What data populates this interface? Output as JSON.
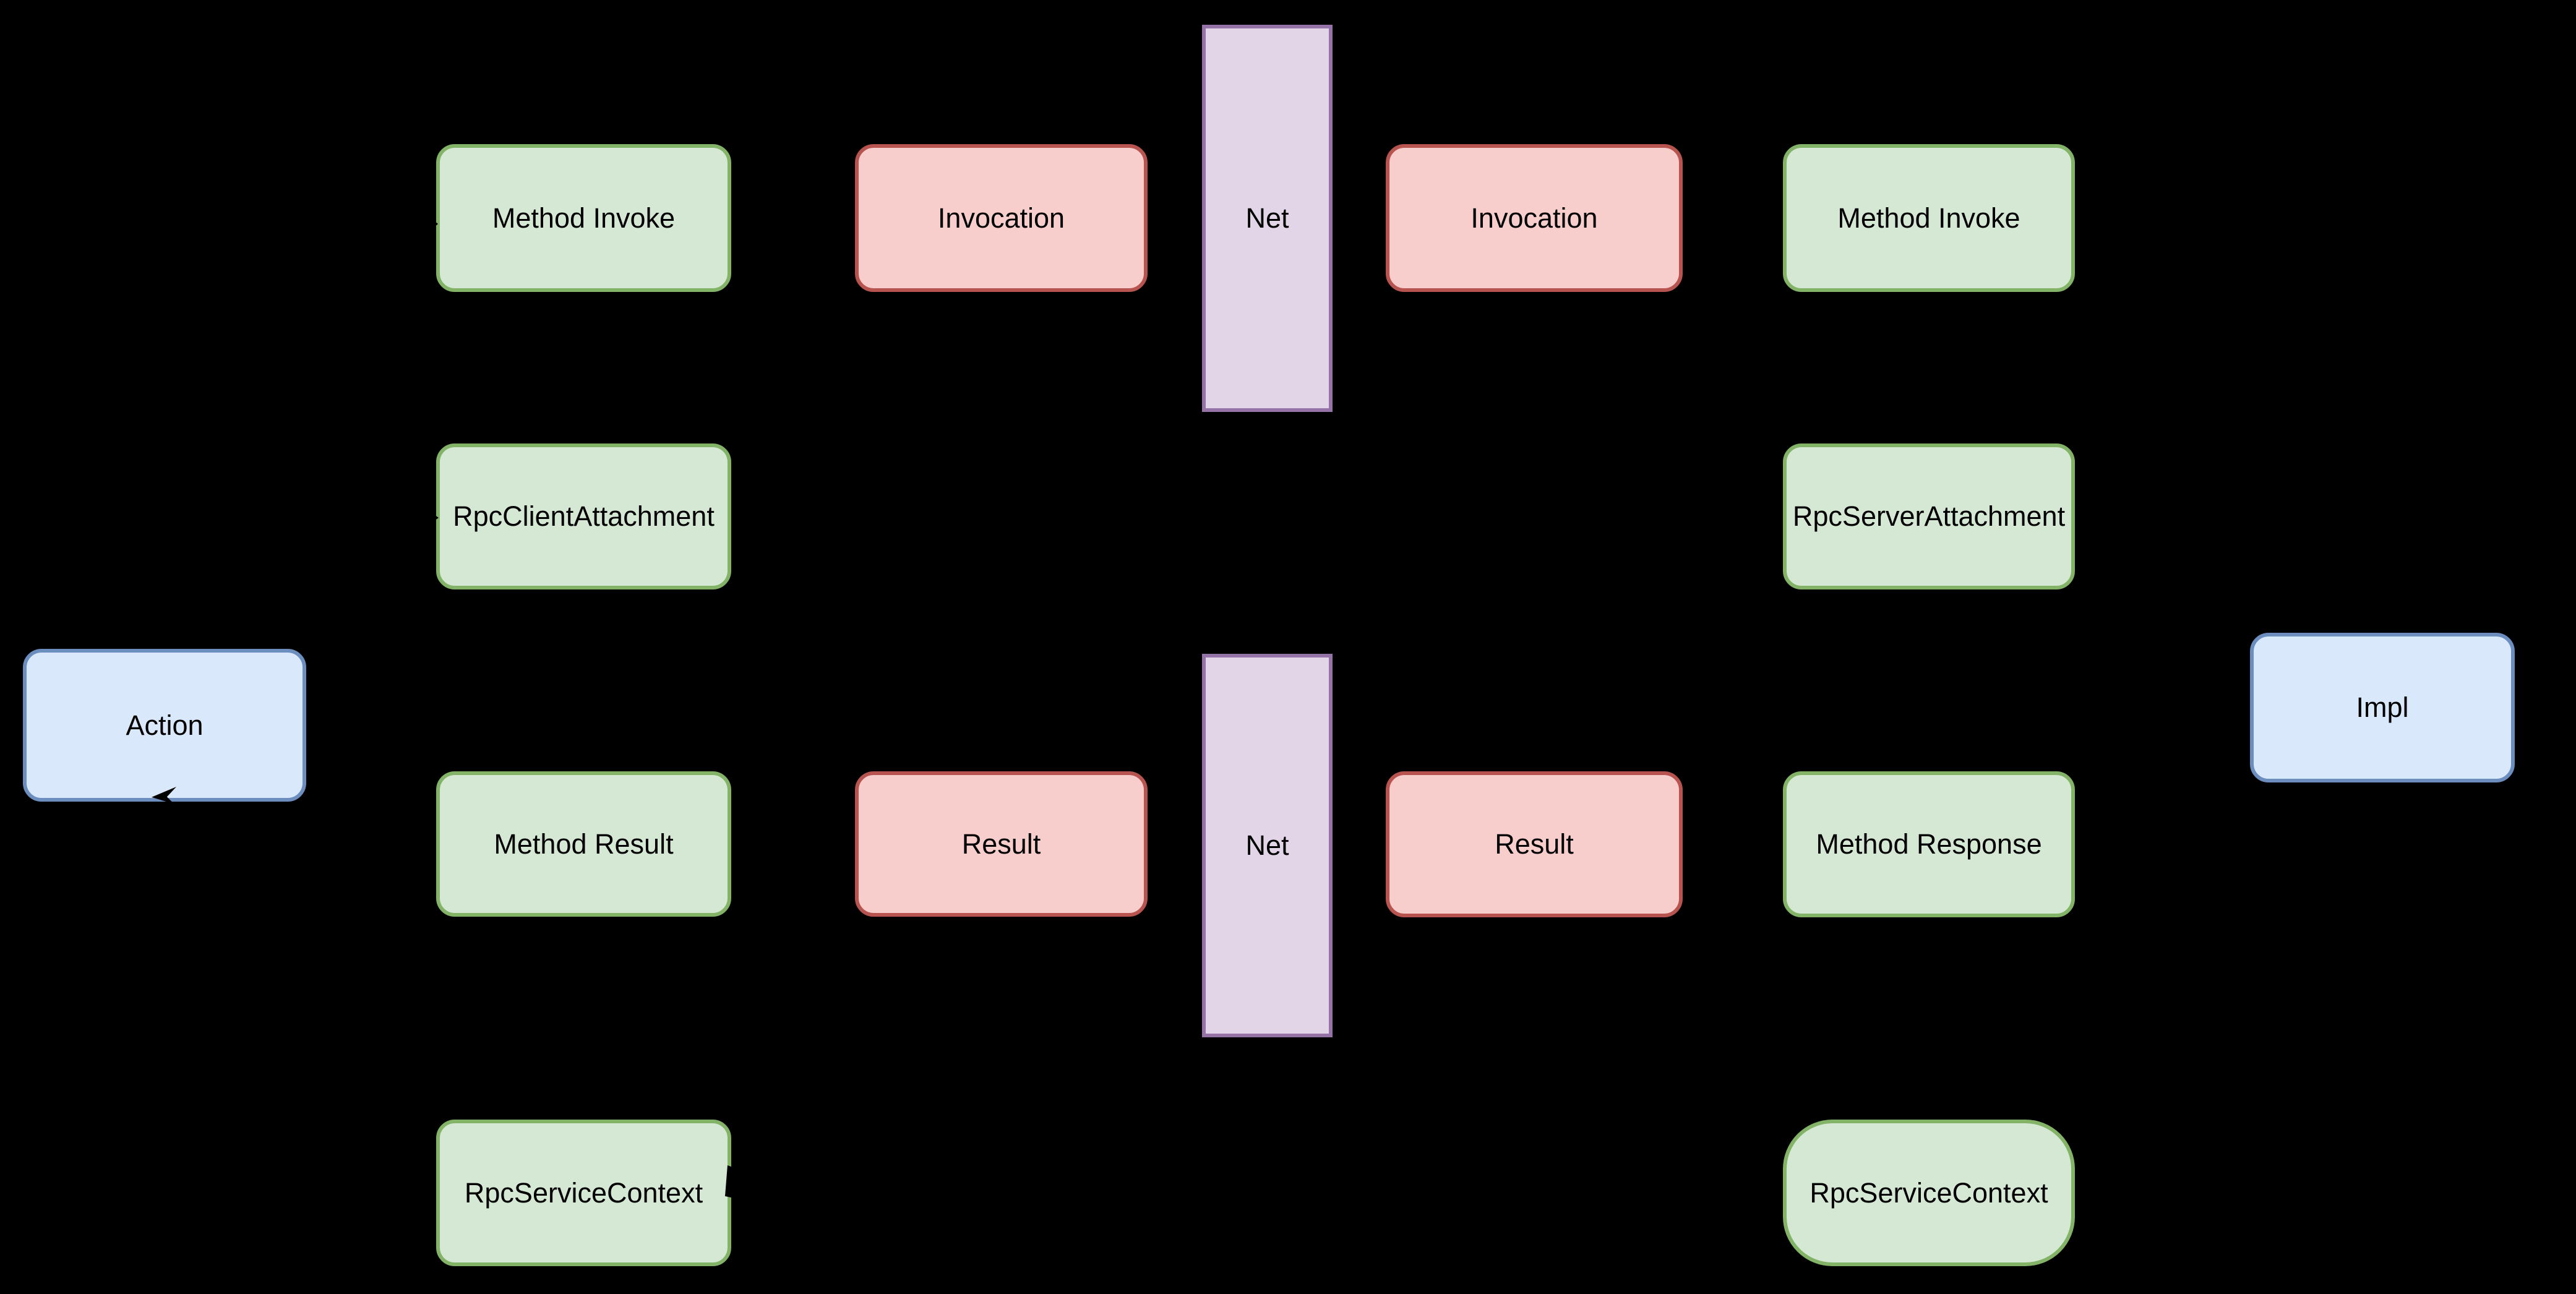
{
  "diagram": {
    "background_color": "#000000",
    "palette": {
      "green_fill": "#d5e8d4",
      "green_stroke": "#82b366",
      "red_fill": "#f8cecc",
      "red_stroke": "#b85450",
      "purple_fill": "#e1d5e7",
      "purple_stroke": "#9673a6",
      "blue_fill": "#dae8fc",
      "blue_stroke": "#6c8ebf",
      "text_color": "#000000"
    },
    "nodes": {
      "action": {
        "label": "Action",
        "color": "blue"
      },
      "method_invoke_client": {
        "label": "Method Invoke",
        "color": "green"
      },
      "invocation_client": {
        "label": "Invocation",
        "color": "red"
      },
      "net_top": {
        "label": "Net",
        "color": "purple"
      },
      "invocation_server": {
        "label": "Invocation",
        "color": "red"
      },
      "method_invoke_server": {
        "label": "Method Invoke",
        "color": "green"
      },
      "rpc_client_attachment": {
        "label": "RpcClientAttachment",
        "color": "green"
      },
      "rpc_server_attachment": {
        "label": "RpcServerAttachment",
        "color": "green"
      },
      "method_result": {
        "label": "Method Result",
        "color": "green"
      },
      "result_client": {
        "label": "Result",
        "color": "red"
      },
      "net_bottom": {
        "label": "Net",
        "color": "purple"
      },
      "result_server": {
        "label": "Result",
        "color": "red"
      },
      "method_response": {
        "label": "Method Response",
        "color": "green"
      },
      "rpc_service_context_client": {
        "label": "RpcServiceContext",
        "color": "green"
      },
      "rpc_service_context_server": {
        "label": "RpcServiceContext",
        "color": "green"
      },
      "impl": {
        "label": "Impl",
        "color": "blue"
      }
    },
    "arrowheads": [
      {
        "name": "arrowhead-into-method-invoke-left-border"
      },
      {
        "name": "arrowhead-into-rpc-client-attachment-left-border"
      },
      {
        "name": "arrowhead-into-action-bottom-border"
      },
      {
        "name": "arrowhead-into-rpc-service-context-right-border"
      }
    ]
  }
}
